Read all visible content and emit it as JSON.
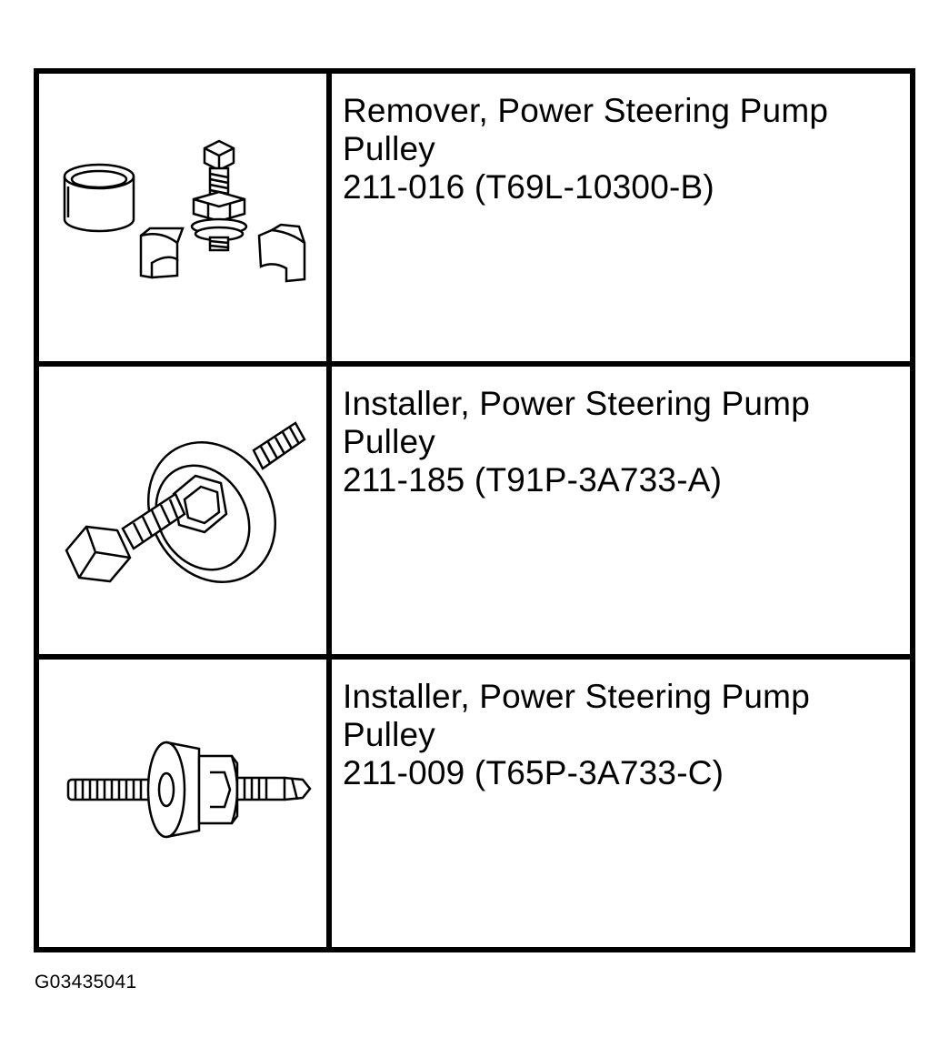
{
  "tools": [
    {
      "name": "Remover, Power Steering Pump",
      "name_cont": "Pulley",
      "number": "211-016 (T69L-10300-B)",
      "illustration": "pulley-remover-set-icon"
    },
    {
      "name": "Installer, Power Steering Pump",
      "name_cont": "Pulley",
      "number": "211-185 (T91P-3A733-A)",
      "illustration": "pulley-installer-bolt-icon"
    },
    {
      "name": "Installer, Power Steering Pump",
      "name_cont": "Pulley",
      "number": "211-009 (T65P-3A733-C)",
      "illustration": "pulley-installer-screw-icon"
    }
  ],
  "figure_id": "G03435041"
}
